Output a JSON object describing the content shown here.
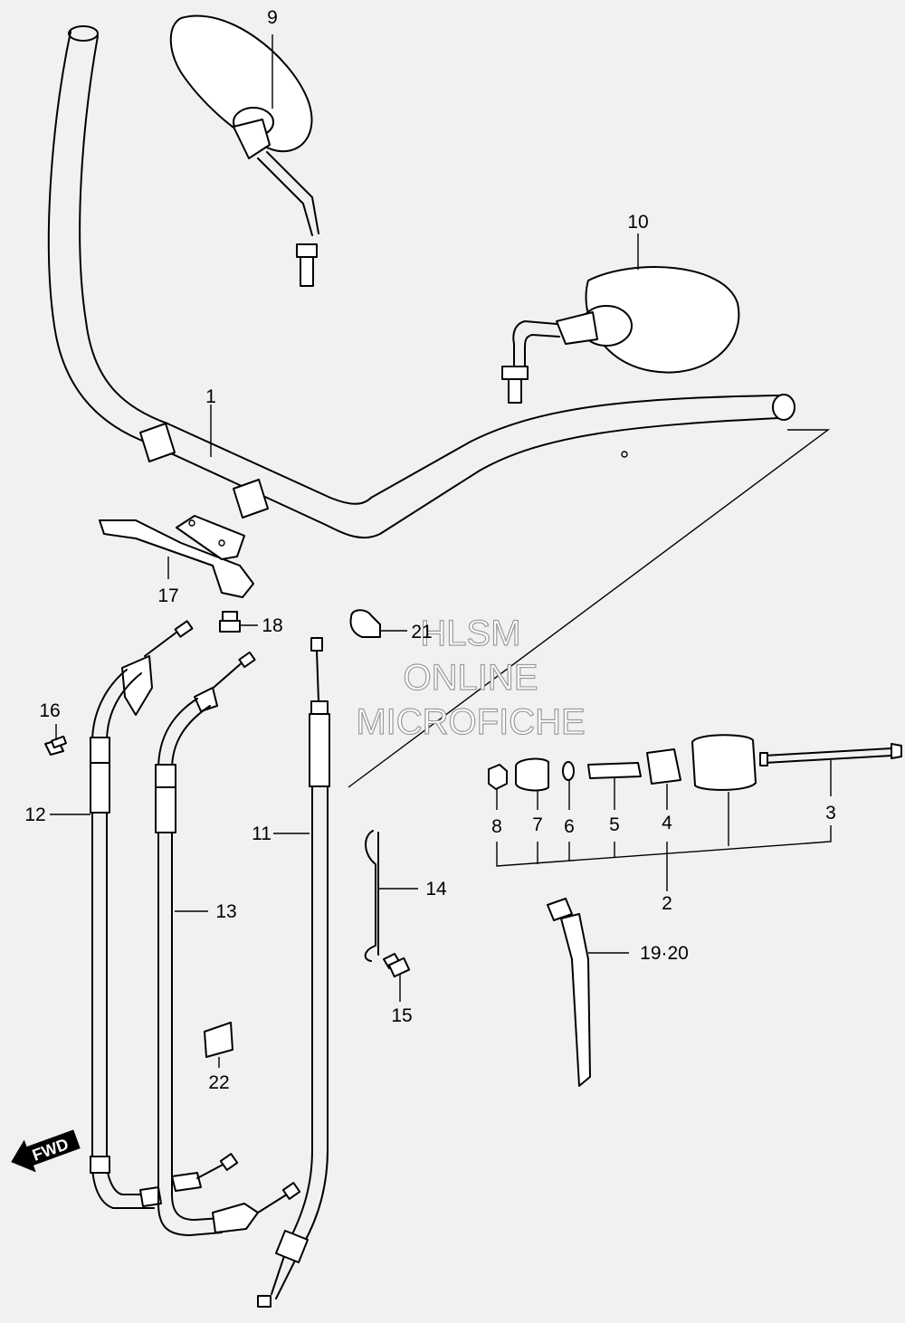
{
  "callouts": [
    {
      "id": "c1",
      "text": "1"
    },
    {
      "id": "c2",
      "text": "2"
    },
    {
      "id": "c3",
      "text": "3"
    },
    {
      "id": "c4",
      "text": "4"
    },
    {
      "id": "c5",
      "text": "5"
    },
    {
      "id": "c6",
      "text": "6"
    },
    {
      "id": "c7",
      "text": "7"
    },
    {
      "id": "c8",
      "text": "8"
    },
    {
      "id": "c9",
      "text": "9"
    },
    {
      "id": "c10",
      "text": "10"
    },
    {
      "id": "c11",
      "text": "11"
    },
    {
      "id": "c12",
      "text": "12"
    },
    {
      "id": "c13",
      "text": "13"
    },
    {
      "id": "c14",
      "text": "14"
    },
    {
      "id": "c15",
      "text": "15"
    },
    {
      "id": "c16",
      "text": "16"
    },
    {
      "id": "c17",
      "text": "17"
    },
    {
      "id": "c18",
      "text": "18"
    },
    {
      "id": "c1920",
      "text": "19·20"
    },
    {
      "id": "c21",
      "text": "21"
    },
    {
      "id": "c22",
      "text": "22"
    }
  ],
  "watermark": {
    "line1": "HLSM",
    "line2": "ONLINE",
    "line3": "MICROFICHE"
  },
  "fwd_label": "FWD"
}
